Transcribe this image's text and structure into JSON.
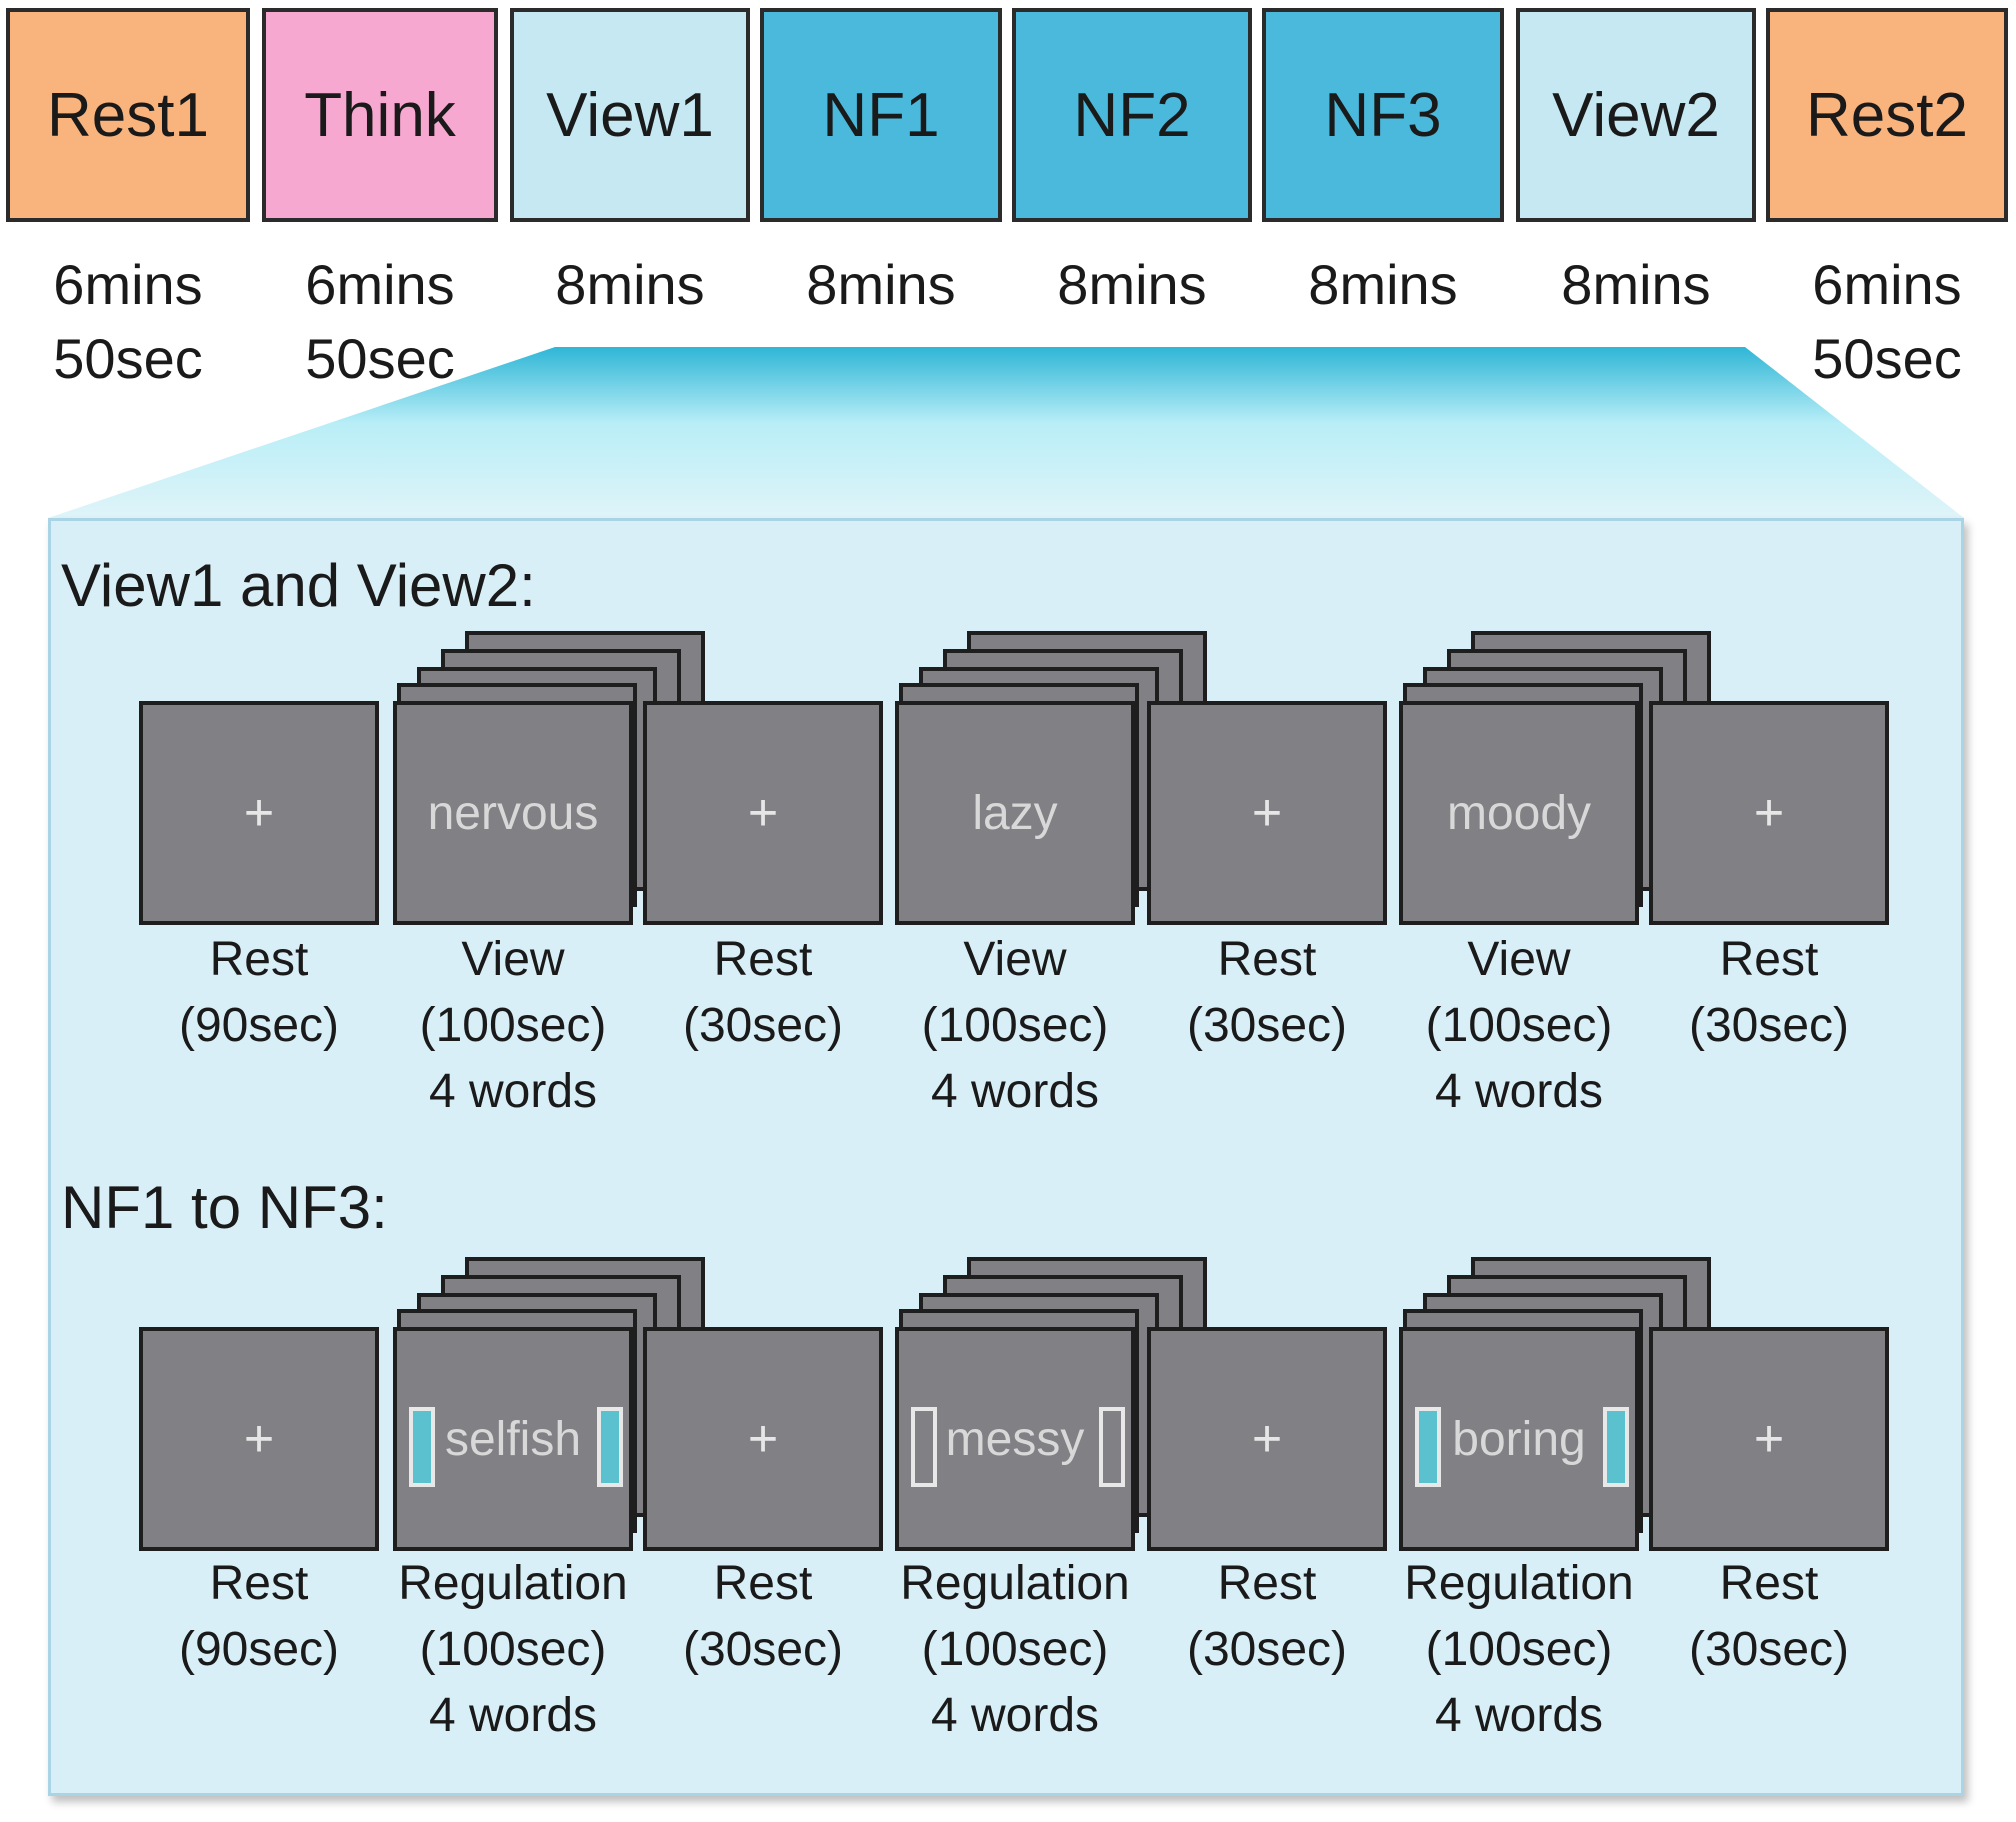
{
  "overview": {
    "blocks": [
      {
        "label": "Rest1",
        "duration": [
          "6mins",
          "50sec"
        ],
        "color": "#f9b47e"
      },
      {
        "label": "Think",
        "duration": [
          "6mins",
          "50sec"
        ],
        "color": "#f7a8d0"
      },
      {
        "label": "View1",
        "duration": [
          "8mins",
          ""
        ],
        "color": "#c5e8f3"
      },
      {
        "label": "NF1",
        "duration": [
          "8mins",
          ""
        ],
        "color": "#4ab9db"
      },
      {
        "label": "NF2",
        "duration": [
          "8mins",
          ""
        ],
        "color": "#4ab9db"
      },
      {
        "label": "NF3",
        "duration": [
          "8mins",
          ""
        ],
        "color": "#4ab9db"
      },
      {
        "label": "View2",
        "duration": [
          "8mins",
          ""
        ],
        "color": "#c5e8f3"
      },
      {
        "label": "Rest2",
        "duration": [
          "6mins",
          "50sec"
        ],
        "color": "#f9b47e"
      }
    ]
  },
  "detail": {
    "view_section": {
      "title": "View1 and View2:",
      "screens": [
        {
          "content": "+",
          "kind": "rest",
          "caption": [
            "Rest",
            "(90sec)",
            ""
          ]
        },
        {
          "content": "nervous",
          "kind": "word",
          "caption": [
            "View",
            "(100sec)",
            "4 words"
          ]
        },
        {
          "content": "+",
          "kind": "rest",
          "caption": [
            "Rest",
            "(30sec)",
            ""
          ]
        },
        {
          "content": "lazy",
          "kind": "word",
          "caption": [
            "View",
            "(100sec)",
            "4 words"
          ]
        },
        {
          "content": "+",
          "kind": "rest",
          "caption": [
            "Rest",
            "(30sec)",
            ""
          ]
        },
        {
          "content": "moody",
          "kind": "word",
          "caption": [
            "View",
            "(100sec)",
            "4 words"
          ]
        },
        {
          "content": "+",
          "kind": "rest",
          "caption": [
            "Rest",
            "(30sec)",
            ""
          ]
        }
      ]
    },
    "nf_section": {
      "title": "NF1 to NF3:",
      "screens": [
        {
          "content": "+",
          "kind": "rest",
          "caption": [
            "Rest",
            "(90sec)",
            ""
          ]
        },
        {
          "content": "selfish",
          "kind": "word",
          "feedback": "filled",
          "caption": [
            "Regulation",
            "(100sec)",
            "4 words"
          ]
        },
        {
          "content": "+",
          "kind": "rest",
          "caption": [
            "Rest",
            "(30sec)",
            ""
          ]
        },
        {
          "content": "messy",
          "kind": "word",
          "feedback": "empty",
          "caption": [
            "Regulation",
            "(100sec)",
            "4 words"
          ]
        },
        {
          "content": "+",
          "kind": "rest",
          "caption": [
            "Rest",
            "(30sec)",
            ""
          ]
        },
        {
          "content": "boring",
          "kind": "word",
          "feedback": "filled",
          "caption": [
            "Regulation",
            "(100sec)",
            "4 words"
          ]
        },
        {
          "content": "+",
          "kind": "rest",
          "caption": [
            "Rest",
            "(30sec)",
            ""
          ]
        }
      ]
    }
  }
}
